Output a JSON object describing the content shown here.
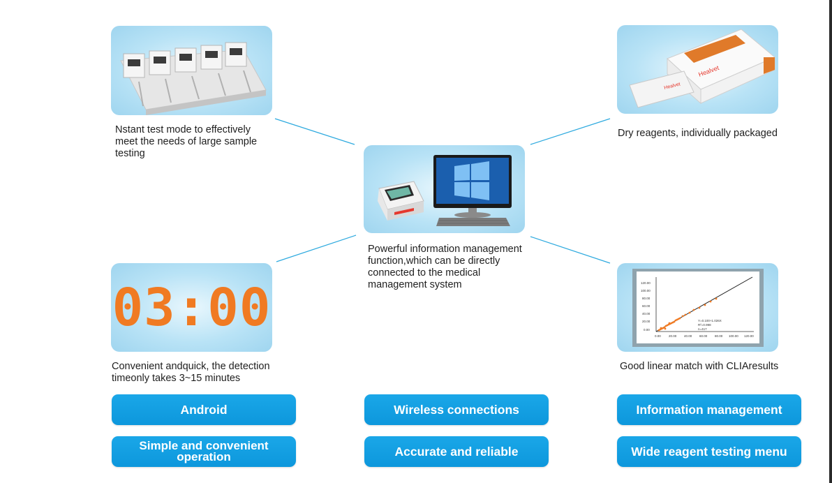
{
  "captions": {
    "top_left": [
      "Nstant test mode to  effectively",
      "meet the needs of large sample",
      "testing"
    ],
    "center": [
      "Powerful information management",
      "function,which can be directly",
      "connected to the medical",
      "management system"
    ],
    "top_right": [
      "Dry reagents, individually packaged"
    ],
    "bottom_left": [
      "Convenient andquick, the detection",
      "timeonly takes 3~15 minutes"
    ],
    "bottom_right": [
      "Good linear match with CLIAresults"
    ]
  },
  "timer_display": "03:00",
  "brand_text": "Healvet",
  "chart_thumbnail": {
    "y_ticks": [
      "120.00",
      "100.00",
      "80.00",
      "60.00",
      "40.00",
      "20.00",
      "0.00"
    ],
    "x_ticks": [
      "0.00",
      "20.00",
      "40.00",
      "60.00",
      "80.00",
      "100.00",
      "120.00"
    ],
    "equation": "Y=0.100+1.026X",
    "r2": "R²=0.998",
    "n": "n=417"
  },
  "buttons": {
    "android": "Android",
    "wireless": "Wireless connections",
    "info_mgmt": "Information management",
    "simple_line1": "Simple and convenient",
    "simple_line2": "operation",
    "accurate": "Accurate and reliable",
    "wide_menu": "Wide reagent testing menu"
  },
  "colors": {
    "button_blue": "#0d97dc",
    "card_blue": "#b9e3f6",
    "connector": "#2eaadf",
    "timer_orange": "#f07a22"
  }
}
